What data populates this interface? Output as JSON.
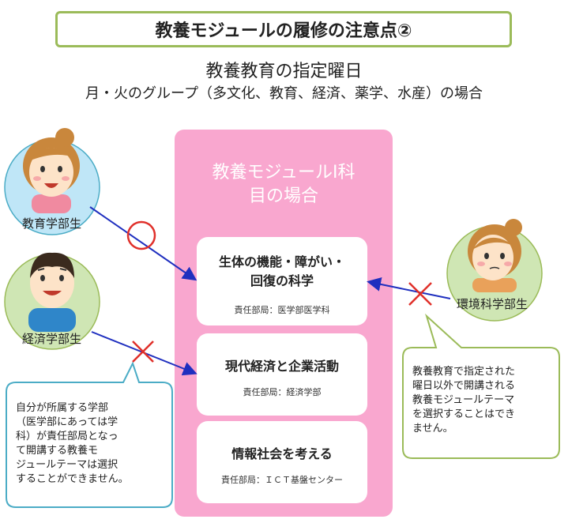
{
  "title": "教養モジュールの履修の注意点②",
  "subtitle": "教養教育の指定曜日",
  "subtitle2": "月・火のグループ（多文化、教育、経済、薬学、水産）の場合",
  "panel": {
    "title_line1": "教養モジュールⅠ科",
    "title_line2": "目の場合"
  },
  "modules": [
    {
      "title_line1": "生体の機能・障がい・",
      "title_line2": "回復の科学",
      "dept": "責任部局：医学部医学科"
    },
    {
      "title_line1": "現代経済と企業活動",
      "dept": "責任部局：経済学部"
    },
    {
      "title_line1": "情報社会を考える",
      "dept": "責任部局：ＩＣＴ基盤センター"
    }
  ],
  "people": [
    {
      "label": "教育学部生",
      "mark": "circle"
    },
    {
      "label": "経済学部生",
      "mark": "cross"
    },
    {
      "label": "環境科学部生",
      "mark": "cross"
    }
  ],
  "notes": {
    "left": [
      "自分が所属する学部",
      "（医学部にあっては学",
      "科）が責任部局となっ",
      "て開講する教養モ",
      "ジュールテーマは選択",
      "することができません。"
    ],
    "right": [
      "教養教育で指定された",
      "曜日以外で開講される",
      "教養モジュールテーマ",
      "を選択することはでき",
      "ません。"
    ]
  },
  "colors": {
    "frame_green": "#9bbb59",
    "panel_pink": "#f9a7cf",
    "arrow_blue": "#1f2fbf",
    "mark_red": "#e0302a",
    "circle_blue": "#bfe6f7",
    "circle_green": "#cfe6b4"
  }
}
